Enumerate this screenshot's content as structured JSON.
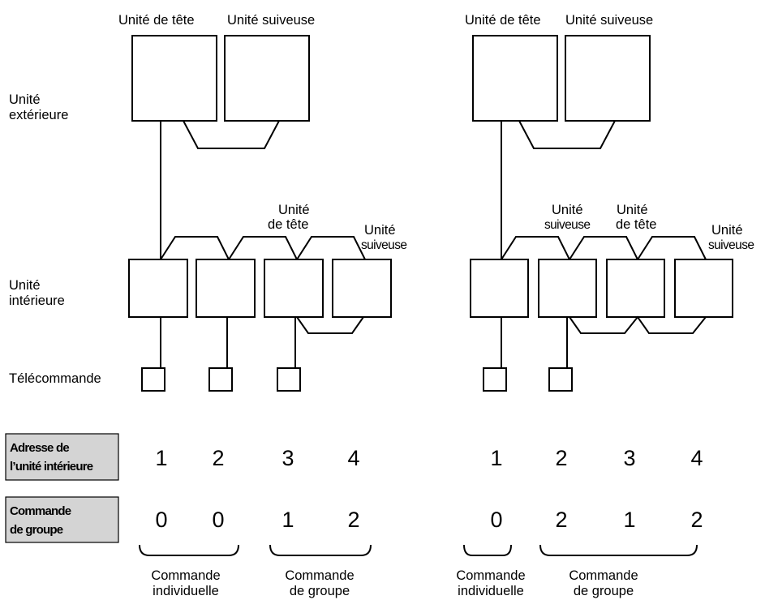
{
  "row_labels": {
    "outdoor": [
      "Unité",
      "extérieure"
    ],
    "indoor": [
      "Unité",
      "intérieure"
    ],
    "remote": "Télécommande"
  },
  "left_system": {
    "outdoor_units": [
      "Unité de tête",
      "Unité suiveuse"
    ],
    "indoor_tags": {
      "head": [
        "Unité",
        "de tête"
      ],
      "follower": [
        "Unité",
        "suiveuse"
      ]
    },
    "addresses": [
      "1",
      "2",
      "3",
      "4"
    ],
    "group_commands": [
      "0",
      "0",
      "1",
      "2"
    ],
    "captions": [
      [
        "Commande",
        "individuelle"
      ],
      [
        "Commande",
        "de groupe"
      ]
    ]
  },
  "right_system": {
    "outdoor_units": [
      "Unité de tête",
      "Unité suiveuse"
    ],
    "indoor_tags": {
      "follower_1": [
        "Unité",
        "suiveuse"
      ],
      "head": [
        "Unité",
        "de tête"
      ],
      "follower_2": [
        "Unité",
        "suiveuse"
      ]
    },
    "addresses": [
      "1",
      "2",
      "3",
      "4"
    ],
    "group_commands": [
      "0",
      "2",
      "1",
      "2"
    ],
    "captions": [
      [
        "Commande",
        "individuelle"
      ],
      [
        "Commande",
        "de groupe"
      ]
    ]
  },
  "table_headers": {
    "address": [
      "Adresse de",
      "l’unité intérieure"
    ],
    "group": [
      "Commande",
      "de groupe"
    ]
  }
}
